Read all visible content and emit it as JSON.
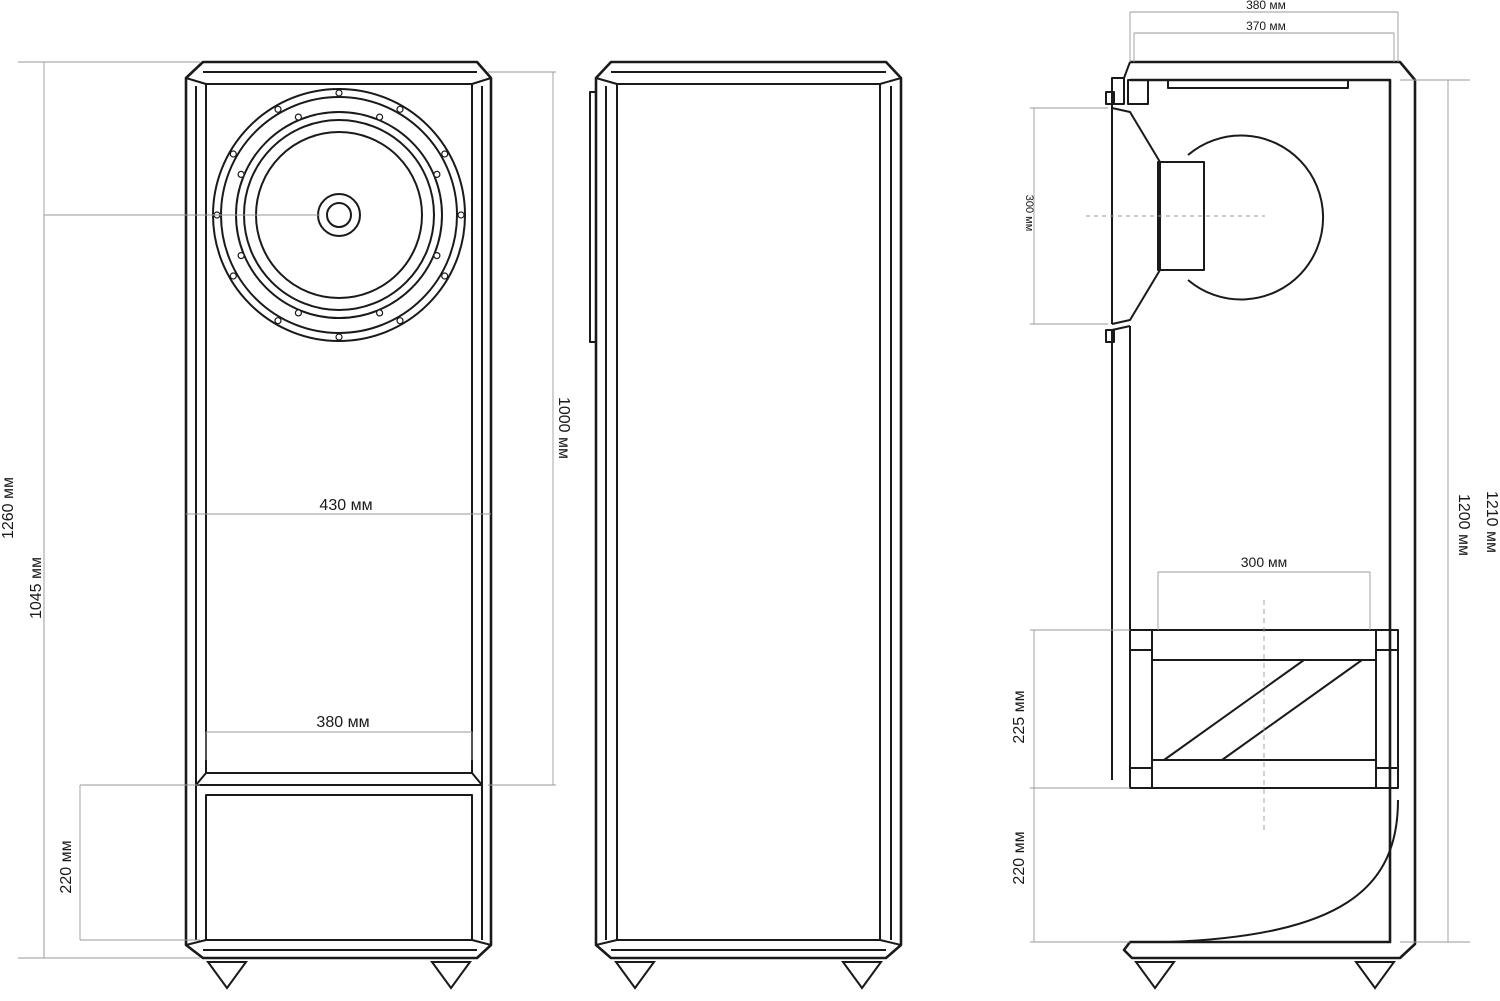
{
  "front_view": {
    "height_total": "1260 мм",
    "height_driver_center": "1045 мм",
    "height_cabinet": "1000 мм",
    "width_outer": "430 мм",
    "width_inner": "380 мм",
    "height_base": "220 мм"
  },
  "side_view": {
    "depth_outer": "380 мм",
    "depth_inner": "370 мм",
    "driver_height": "300 мм",
    "height_right_outer": "1210 мм",
    "height_right_inner": "1200 мм",
    "port_width": "300 мм",
    "port_height": "225 мм",
    "base_height": "220 мм"
  }
}
